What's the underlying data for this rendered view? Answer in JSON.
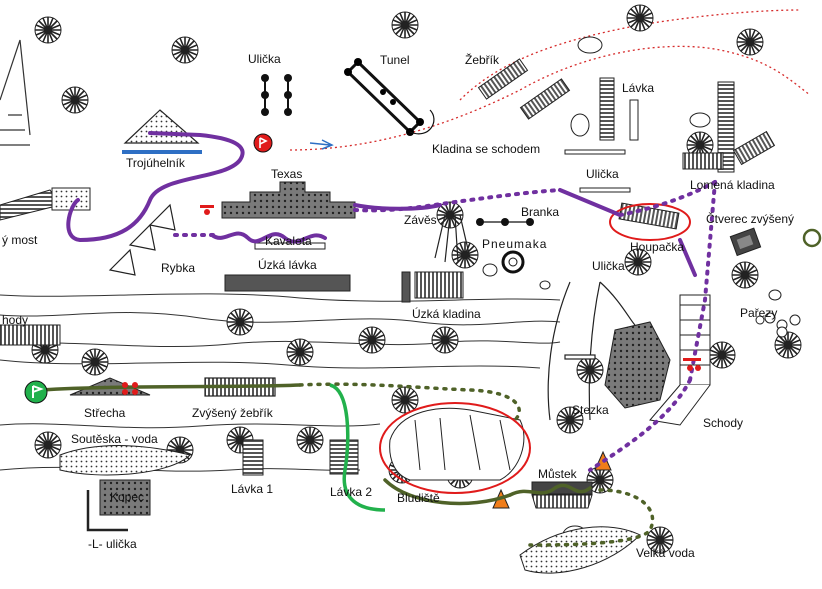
{
  "map": {
    "labels": {
      "ulicka_top": "Ulička",
      "tunel": "Tunel",
      "zebrik": "Žebřík",
      "lavka_top": "Lávka",
      "trojuhelnik": "Trojúhelník",
      "kladina_se_schodem": "Kladina se schodem",
      "ulicka_mid": "Ulička",
      "lomena_kladina": "Lomená kladina",
      "texas": "Texas",
      "most": "ý most",
      "zaves": "Závěs",
      "branka": "Branka",
      "pneumaka": "Pneumaka",
      "ctverec": "Čtverec zvýšený",
      "kavaleta": "Kavaleta",
      "houpacka": "Houpačka",
      "rybka": "Rybka",
      "uzka_lavka": "Úzká lávka",
      "ulicka_right": "Ulička",
      "uzka_kladina": "Úzká kladina",
      "parezy": "Pařezy",
      "schody_left": "hody",
      "strecha": "Střecha",
      "zvyseny_zebrik": "Zvýšený žebřík",
      "stezka": "Stezka",
      "schody": "Schody",
      "souteska": "Soutěska - voda",
      "mustek": "Můstek",
      "kopec": "Kopec",
      "lavka1": "Lávka 1",
      "lavka2": "Lávka 2",
      "bludiste": "Bludiště",
      "l_ulicka": "-L- ulička",
      "velka_voda": "Velká voda"
    },
    "colors": {
      "purple": "#7030a0",
      "olive": "#4f6228",
      "green": "#22b14c",
      "red": "#e01b1b",
      "cone": "#f07d1a",
      "stone": "#c8c8c8"
    }
  }
}
